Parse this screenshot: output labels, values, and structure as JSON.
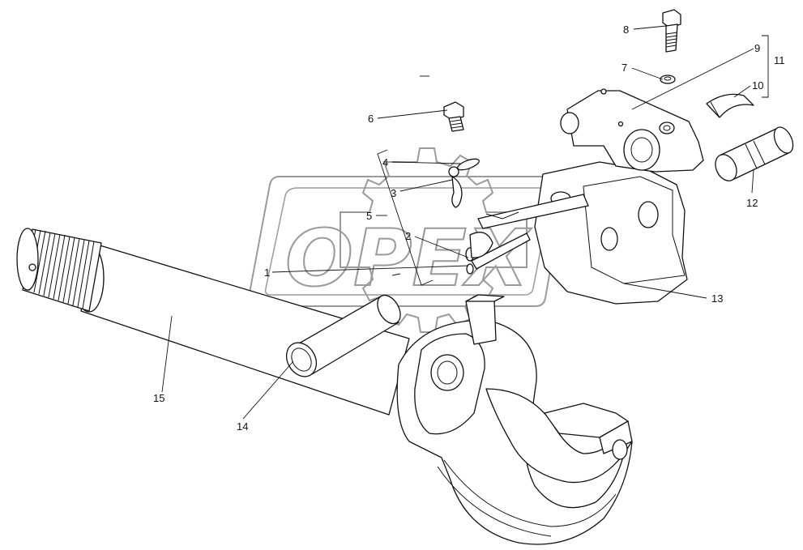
{
  "watermark": {
    "text": "OPEX",
    "color": "#9a9a9a"
  },
  "callouts": [
    {
      "id": "c1",
      "label": "1"
    },
    {
      "id": "c2",
      "label": "2"
    },
    {
      "id": "c3",
      "label": "3"
    },
    {
      "id": "c4",
      "label": "4"
    },
    {
      "id": "c5",
      "label": "5"
    },
    {
      "id": "c6",
      "label": "6"
    },
    {
      "id": "c7",
      "label": "7"
    },
    {
      "id": "c8",
      "label": "8"
    },
    {
      "id": "c9",
      "label": "9"
    },
    {
      "id": "c10",
      "label": "10"
    },
    {
      "id": "c11",
      "label": "11"
    },
    {
      "id": "c12",
      "label": "12"
    },
    {
      "id": "c13",
      "label": "13"
    },
    {
      "id": "c14",
      "label": "14"
    },
    {
      "id": "c15",
      "label": "15"
    }
  ],
  "colors": {
    "line": "#111111",
    "background": "#ffffff"
  }
}
